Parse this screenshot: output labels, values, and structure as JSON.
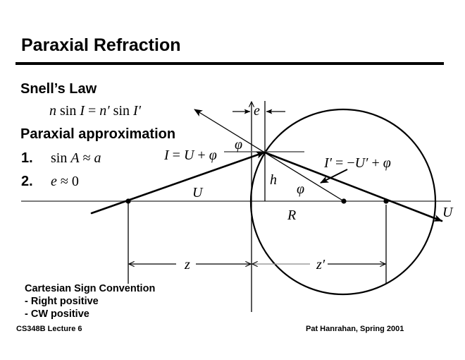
{
  "slide": {
    "title": "Paraxial Refraction",
    "snell_heading": "Snell’s Law",
    "snell_equation": [
      "n",
      " sin ",
      "I",
      " = ",
      "n′",
      " sin ",
      "I′"
    ],
    "paraxial_heading": "Paraxial approximation",
    "approximations": [
      {
        "number": "1.",
        "tokens": [
          "sin ",
          "A",
          " ≈ ",
          "a"
        ]
      },
      {
        "number": "2.",
        "tokens": [
          "e",
          " ≈ ",
          "0"
        ]
      }
    ],
    "convention": {
      "heading": "Cartesian Sign Convention",
      "items": [
        "- Right positive",
        "- CW positive"
      ]
    },
    "footer": {
      "left": "CS348B Lecture 6",
      "right": "Pat Hanrahan, Spring 2001"
    }
  },
  "diagram": {
    "labels": {
      "e": "e",
      "phi_top": "φ",
      "incident_angle": [
        "I",
        " = ",
        "U",
        " + ",
        "φ"
      ],
      "h": "h",
      "phi_lower": "φ",
      "U": "U",
      "R": "R",
      "refracted_angle": [
        "I′",
        " = −",
        "U′",
        " + ",
        "φ"
      ],
      "U_out": "U",
      "z": "z",
      "z_prime": "z′"
    }
  }
}
